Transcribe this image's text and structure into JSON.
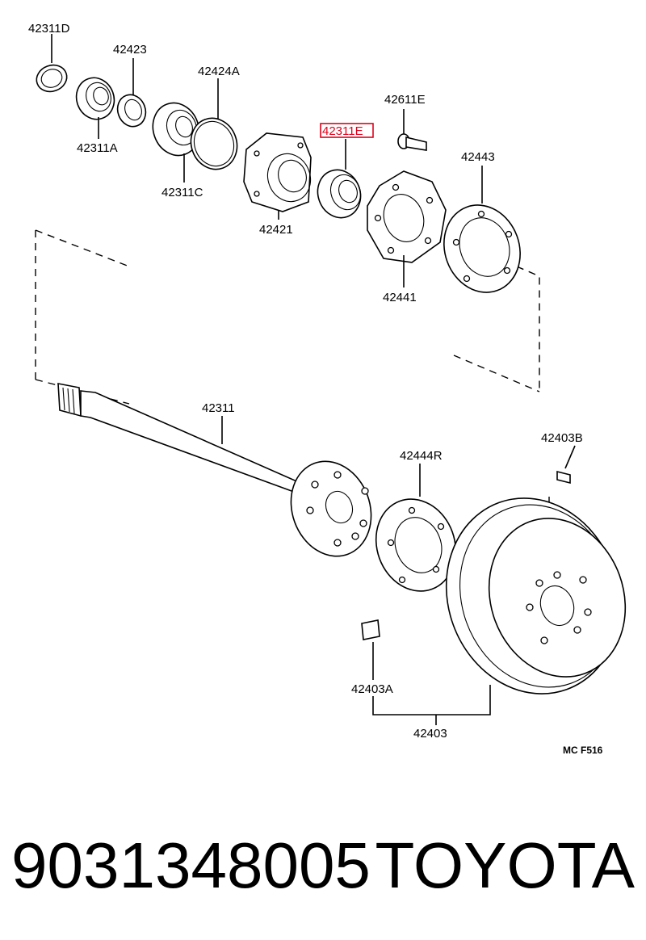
{
  "diagram": {
    "highlight_color": "#e0001a",
    "figure_code": "MC  F516",
    "labels": {
      "p42311D": "42311D",
      "p42423": "42423",
      "p42424A": "42424A",
      "p42311A": "42311A",
      "p42311C": "42311C",
      "p42611E": "42611E",
      "p42311E": "42311E",
      "p42443": "42443",
      "p42421": "42421",
      "p42441": "42441",
      "p42311": "42311",
      "p42403B": "42403B",
      "p42444R": "42444R",
      "p42403A": "42403A",
      "p42403": "42403"
    }
  },
  "caption": {
    "part_number": "9031348005",
    "brand": "TOYOTA"
  }
}
